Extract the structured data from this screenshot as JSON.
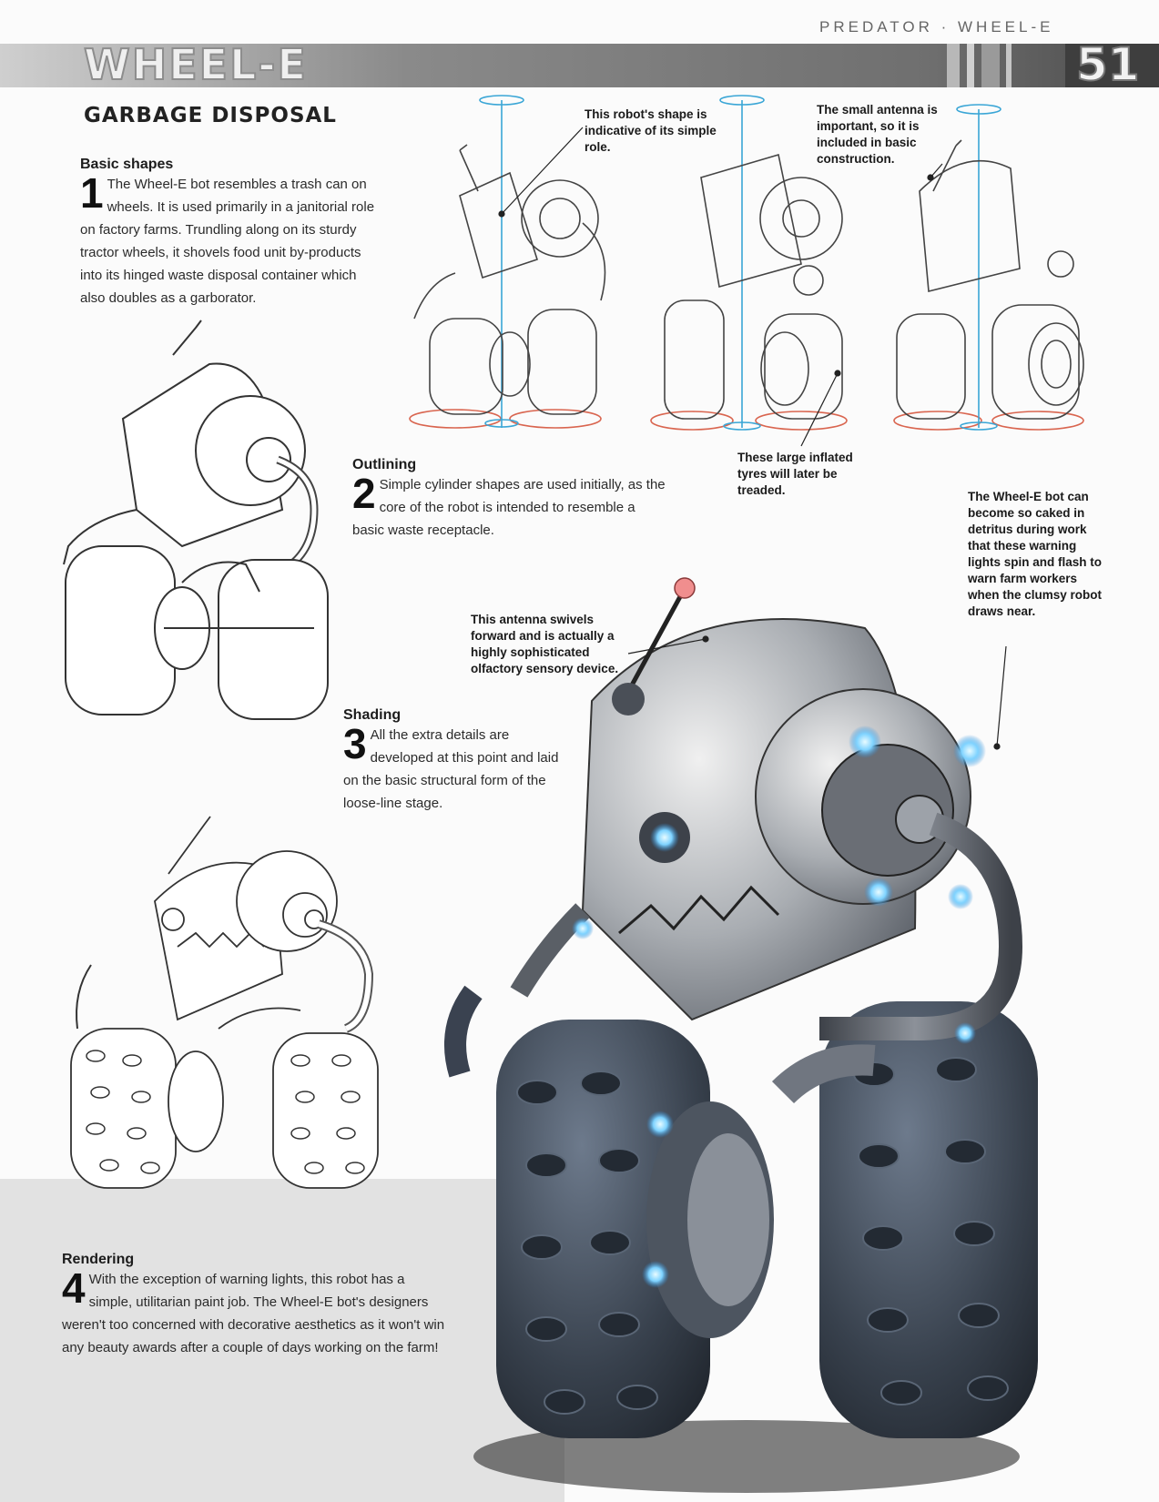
{
  "header": {
    "running_head": "PREDATOR · WHEEL-E",
    "title": "WHEEL-E",
    "page_number": "51"
  },
  "section_heading": "GARBAGE DISPOSAL",
  "steps": [
    {
      "number": "1",
      "heading": "Basic shapes",
      "body": "The Wheel-E bot resembles a trash can on wheels. It is used primarily in a janitorial role on factory farms. Trundling along on its sturdy tractor wheels, it shovels food unit by-products into its hinged waste disposal container which also doubles as a garborator."
    },
    {
      "number": "2",
      "heading": "Outlining",
      "body": "Simple cylinder shapes are used initially, as the core of the robot is intended to resemble a basic waste receptacle."
    },
    {
      "number": "3",
      "heading": "Shading",
      "body": "All the extra details are developed at this point and laid on the basic structural form of the loose-line stage."
    },
    {
      "number": "4",
      "heading": "Rendering",
      "body": "With the exception of warning lights, this robot has a simple, utilitarian paint job. The Wheel-E bot's designers weren't too concerned with decorative aesthetics as it won't win any beauty awards after a couple of days working on the farm!"
    }
  ],
  "callouts": {
    "shape_role": "This robot's shape is indicative of its simple role.",
    "small_antenna": "The small antenna is important, so it is included in basic construction.",
    "tyres": "These large inflated tyres will later be treaded.",
    "warning_lights": "The Wheel-E bot can become so caked in detritus during work that these warning lights spin and flash to warn farm workers when the clumsy robot draws near.",
    "antenna_swivels": "This antenna swivels forward and is actually a highly sophisticated olfactory sensory device."
  },
  "colors": {
    "guide_blue": "#3aa6d6",
    "guide_red": "#d9654f",
    "warning_light": "#7fd3ff",
    "body_metal": "#9aa0a6",
    "tyre": "#3a4350"
  }
}
